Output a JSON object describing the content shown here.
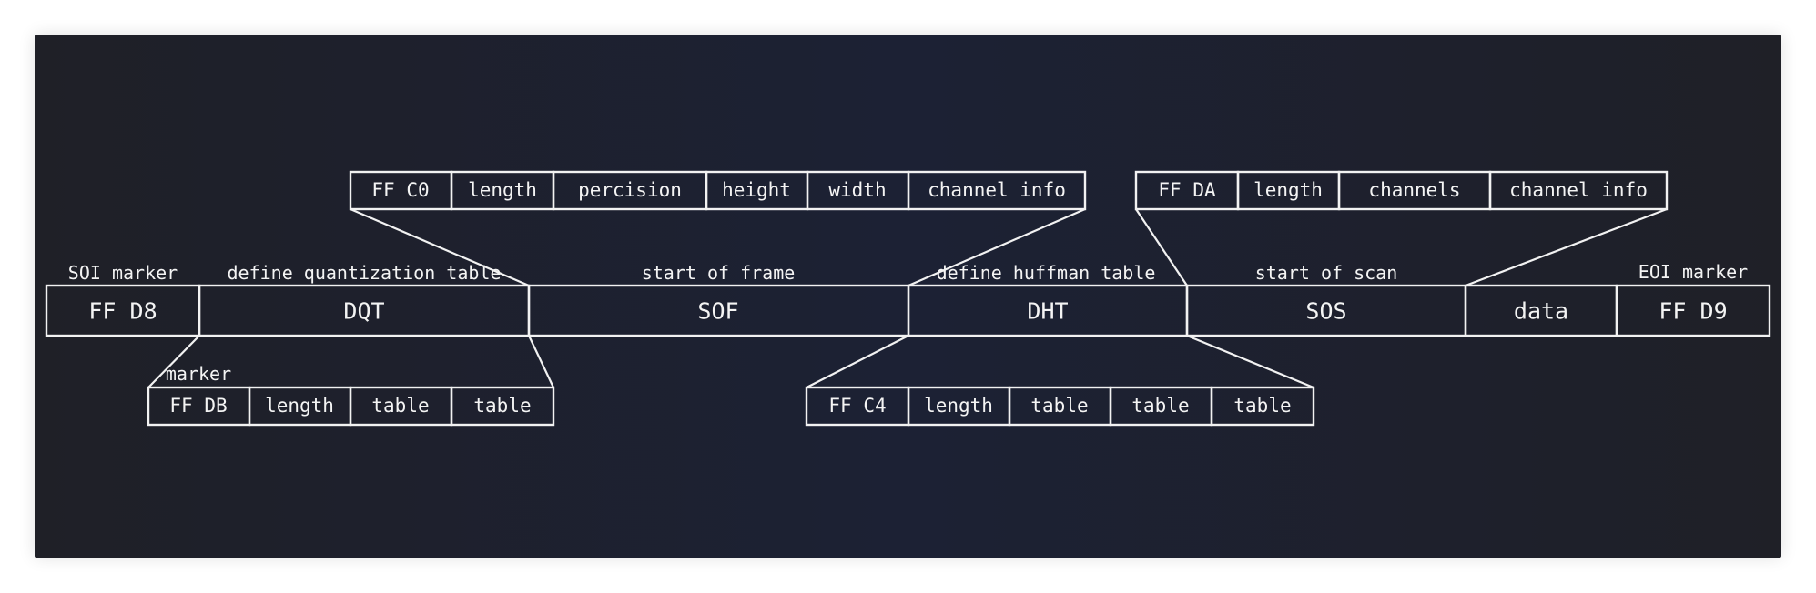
{
  "main_row": [
    {
      "label": "FF D8",
      "caption": "SOI marker"
    },
    {
      "label": "DQT",
      "caption": "define quantization table"
    },
    {
      "label": "SOF",
      "caption": "start of frame"
    },
    {
      "label": "DHT",
      "caption": "define huffman table"
    },
    {
      "label": "SOS",
      "caption": "start of scan"
    },
    {
      "label": "data",
      "caption": ""
    },
    {
      "label": "FF D9",
      "caption": "EOI marker"
    }
  ],
  "details": {
    "sof": [
      "FF C0",
      "length",
      "percision",
      "height",
      "width",
      "channel info"
    ],
    "sos": [
      "FF DA",
      "length",
      "channels",
      "channel info"
    ],
    "dqt": [
      "FF DB",
      "length",
      "table",
      "table"
    ],
    "dht": [
      "FF C4",
      "length",
      "table",
      "table",
      "table"
    ]
  },
  "dqt_marker_label": "marker",
  "colors": {
    "background": "#1e2130",
    "line": "#f2f2f2",
    "text": "#f4f4f4"
  }
}
